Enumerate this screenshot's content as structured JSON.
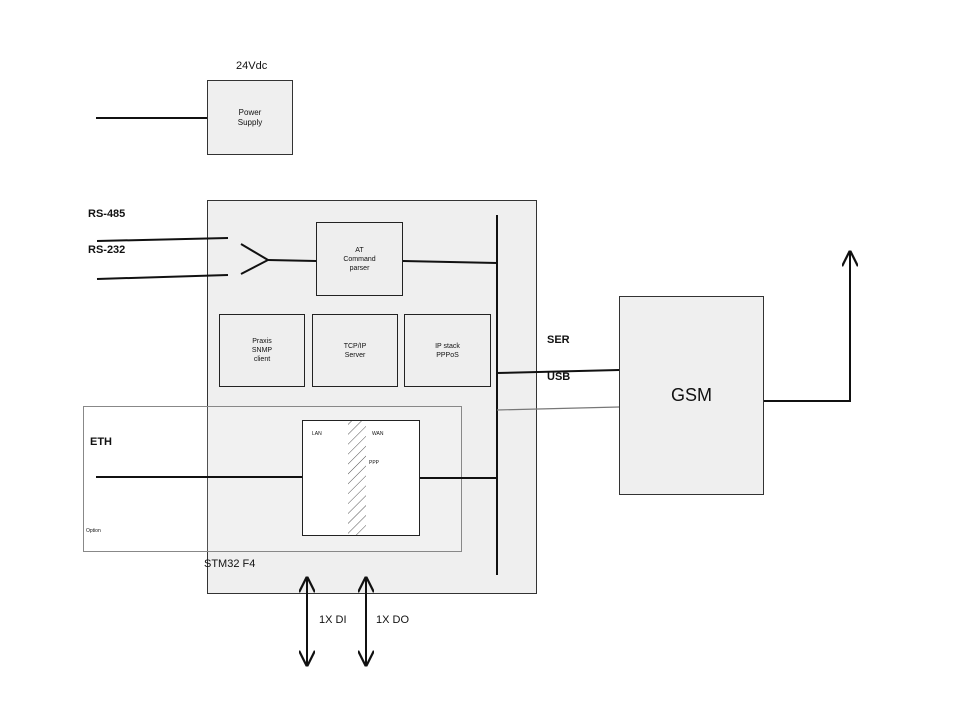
{
  "power_supply": {
    "label": "Power\nSupply",
    "voltage": "24Vdc"
  },
  "inputs": {
    "rs485": "RS-485",
    "rs232": "RS-232",
    "eth": "ETH",
    "option": "Option"
  },
  "mcu": {
    "name": "STM32 F4",
    "at_parser": "AT\nCommand\nparser",
    "praxis": "Praxis\nSNMP\nclient",
    "tcpip": "TCP/IP\nServer",
    "ipstack": "IP stack\nPPPoS",
    "lan": "LAN",
    "wan": "WAN",
    "ppp": "PPP"
  },
  "interfaces": {
    "ser": "SER",
    "usb": "USB"
  },
  "gsm": {
    "label": "GSM"
  },
  "io": {
    "di": "1X DI",
    "do": "1X DO"
  }
}
